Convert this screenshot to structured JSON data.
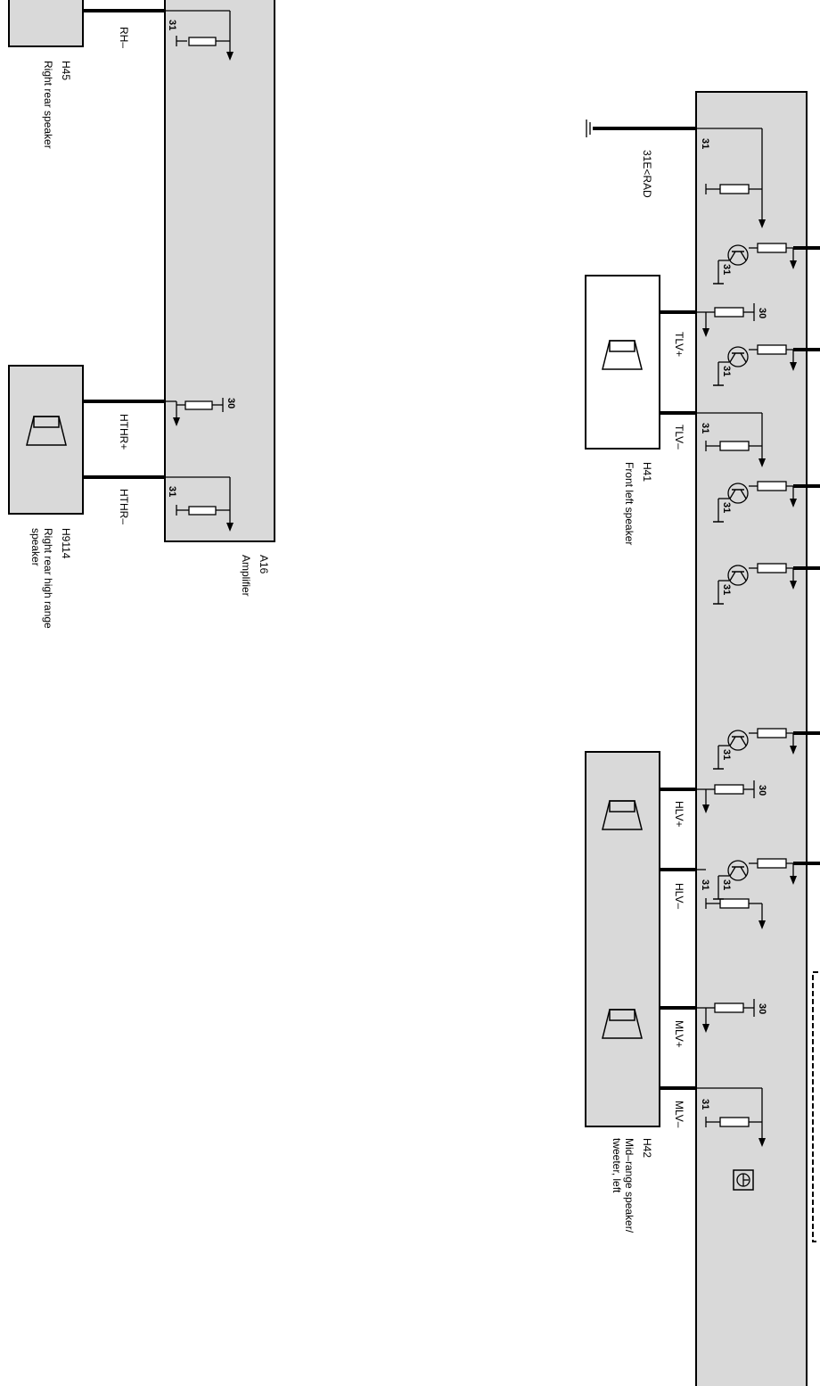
{
  "left_section": {
    "speaker_h45": {
      "code": "H45",
      "name": "Right rear speaker",
      "wire": "RH–",
      "pin": "31"
    },
    "speaker_h9114": {
      "code": "H9114",
      "name_line1": "Right rear high range",
      "name_line2": "speaker",
      "wire_plus": "HTHR+",
      "wire_minus": "HTHR–",
      "pin_plus": "30",
      "pin_minus": "31"
    },
    "amplifier": {
      "code": "A16",
      "name": "Amplifier"
    }
  },
  "right_section": {
    "ground": {
      "label": "31E<RAD",
      "pin": "31"
    },
    "speaker_h41": {
      "code": "H41",
      "name": "Front left speaker",
      "wire_plus": "TLV+",
      "wire_minus": "TLV–",
      "pin_plus": "30",
      "pin_minus": "31"
    },
    "speaker_h42": {
      "code": "H42",
      "name_line1": "Mid–range speaker/",
      "name_line2": "tweeter, left",
      "wire_hlv_plus": "HLV+",
      "wire_hlv_minus": "HLV–",
      "wire_mlv_plus": "MLV+",
      "wire_mlv_minus": "MLV–",
      "pin_30": "30",
      "pin_31": "31"
    },
    "transistor_pin": "31"
  }
}
